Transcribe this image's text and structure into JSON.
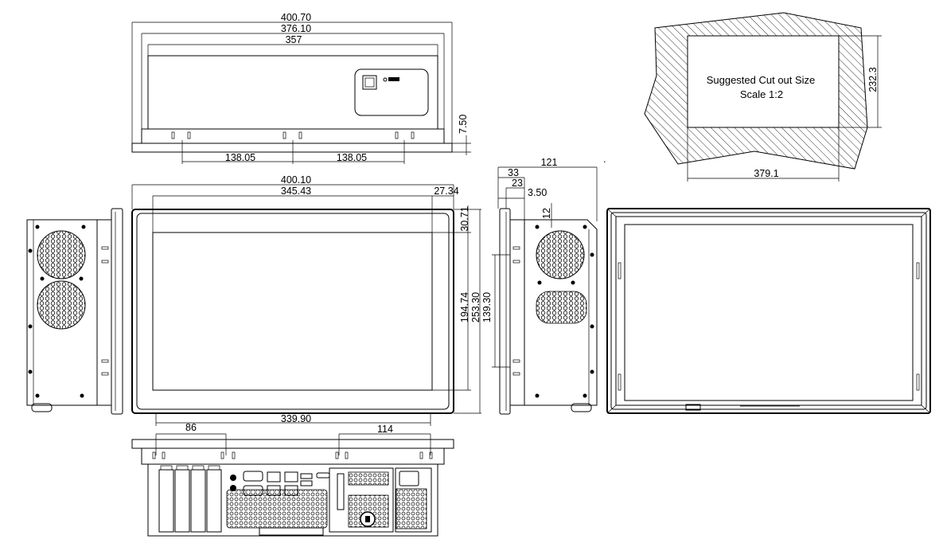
{
  "cutout": {
    "line1": "Suggested Cut out Size",
    "line2": "Scale 1:2",
    "width": "379.1",
    "height": "232.3"
  },
  "top_view": {
    "overall_width": "400.70",
    "inner_width": "376.10",
    "chassis_width": "357",
    "bezel_depth": "7.50",
    "mount_spacing_left": "138.05",
    "mount_spacing_right": "138.05"
  },
  "front_view": {
    "overall_width": "400.10",
    "display_width": "345.43",
    "right_border": "27.34",
    "top_border": "30.71",
    "display_height": "194.74",
    "overall_height": "253.30",
    "bottom_width": "339.90"
  },
  "side_view": {
    "depth": "121",
    "depth_a": "33",
    "depth_b": "23",
    "bezel": "3.50",
    "offset": "12",
    "mount_height": "139.30"
  },
  "bottom_view": {
    "left_offset": "86",
    "right_offset": "114"
  }
}
